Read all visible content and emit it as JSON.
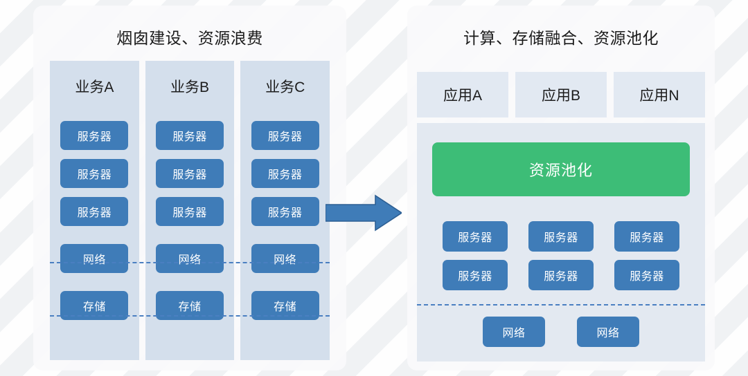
{
  "left_panel": {
    "title": "烟囱建设、资源浪费",
    "columns": [
      {
        "header": "业务A",
        "servers": [
          "服务器",
          "服务器",
          "服务器"
        ],
        "network": "网络",
        "storage": "存储"
      },
      {
        "header": "业务B",
        "servers": [
          "服务器",
          "服务器",
          "服务器"
        ],
        "network": "网络",
        "storage": "存储"
      },
      {
        "header": "业务C",
        "servers": [
          "服务器",
          "服务器",
          "服务器"
        ],
        "network": "网络",
        "storage": "存储"
      }
    ]
  },
  "right_panel": {
    "title": "计算、存储融合、资源池化",
    "apps": [
      "应用A",
      "应用B",
      "应用N"
    ],
    "pool_label": "资源池化",
    "servers": [
      "服务器",
      "服务器",
      "服务器",
      "服务器",
      "服务器",
      "服务器"
    ],
    "networks": [
      "网络",
      "网络"
    ]
  },
  "arrow": {
    "name": "transition-arrow",
    "direction": "right"
  },
  "colors": {
    "page_background": "#f7f8f9",
    "panel_card": "#fafafb",
    "silo_column": "#d4dfec",
    "app_box": "#e2e9f2",
    "pool_container": "#e3e9f1",
    "blue_box": "#3f7cb8",
    "green_pool": "#3dbd77",
    "dashed_line": "#4a7fc1",
    "arrow_fill": "#3f7cb8",
    "arrow_stroke": "#2d5f93",
    "text_dark": "#1c1c1c",
    "text_light": "#ffffff"
  }
}
